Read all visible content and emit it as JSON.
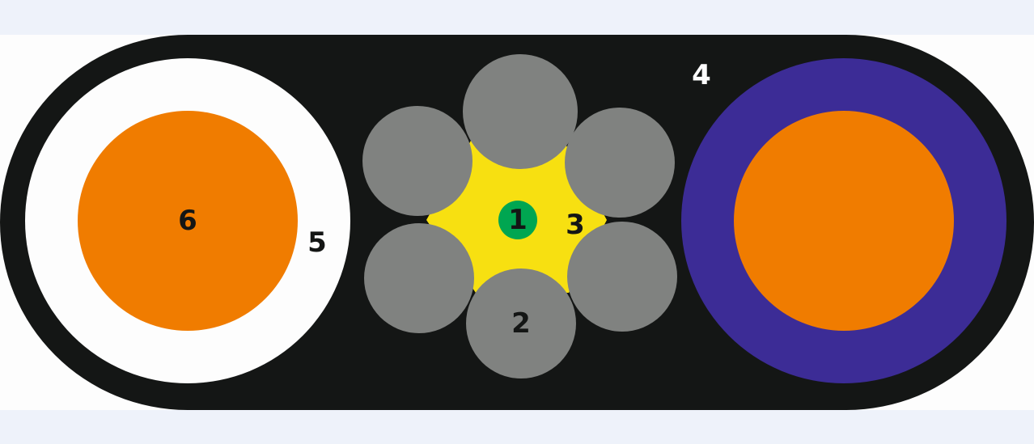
{
  "labels": {
    "one": "1",
    "two": "2",
    "three": "3",
    "four": "4",
    "five": "5",
    "six": "6"
  },
  "colors": {
    "sheath": "#141615",
    "insulation_white": "#fdfdfd",
    "insulation_purple": "#3c2c96",
    "conductor": "#f07c00",
    "strand": "#808280",
    "filler": "#f7e011",
    "center": "#00a651"
  }
}
